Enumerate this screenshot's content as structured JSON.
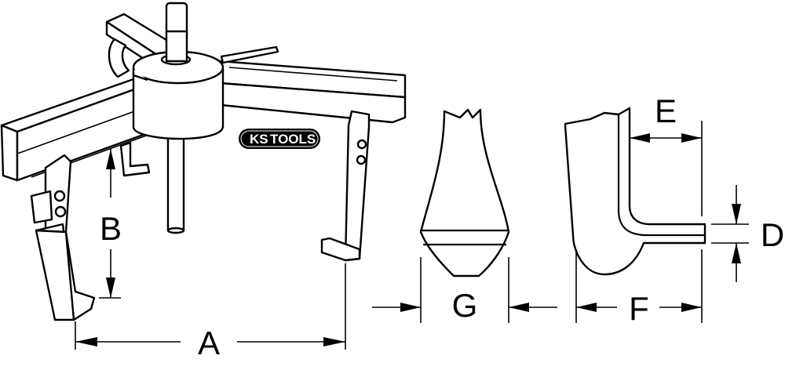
{
  "logo": {
    "brand": "KS",
    "text": "TOOLS"
  },
  "dimensions": {
    "A": "A",
    "B": "B",
    "D": "D",
    "E": "E",
    "F": "F",
    "G": "G"
  }
}
